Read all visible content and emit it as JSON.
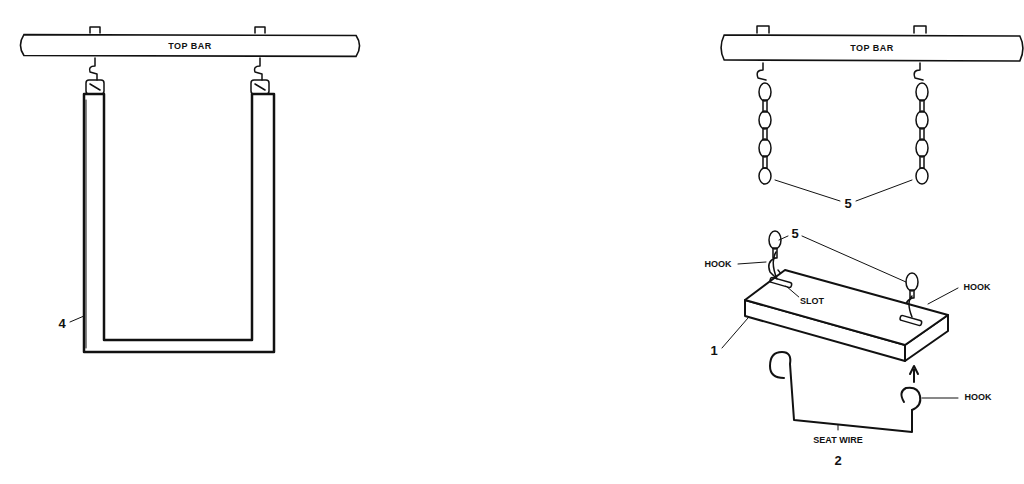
{
  "diagram": {
    "nodes": [
      {
        "text": [
          "TOP BAR"
        ]
      },
      {
        "text": [
          "TOP BAR"
        ]
      }
    ],
    "edges": [],
    "labels": [
      "4",
      "5",
      "5",
      "HOOK",
      "SLOT",
      "HOOK",
      "1",
      "HOOK",
      "SEAT WIRE",
      "2"
    ]
  }
}
